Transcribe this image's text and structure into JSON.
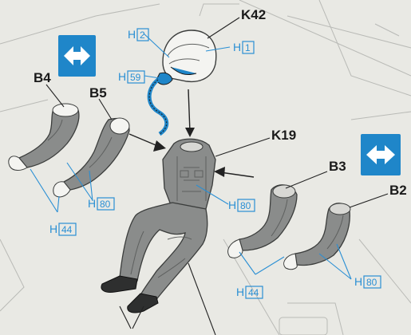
{
  "parts": {
    "k42": "K42",
    "k19": "K19",
    "b4": "B4",
    "b5": "B5",
    "b3": "B3",
    "b2": "B2"
  },
  "paint": {
    "prefix": "H",
    "c1": "1",
    "c2": "2",
    "c59": "59",
    "c80": "80",
    "c44": "44"
  },
  "colors": {
    "paint_blue": "#2a8fd4",
    "symbol_blue": "#1f86c9",
    "figure_gray": "#8a8c8b",
    "paper": "#e9e9e4"
  },
  "icons": [
    "swap-arrows-icon-left",
    "swap-arrows-icon-right"
  ]
}
